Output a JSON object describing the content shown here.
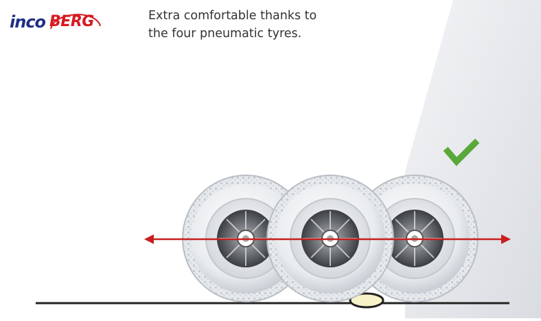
{
  "logo": {
    "part1": "inco",
    "part2": "BERG",
    "colors": {
      "inco": "#1f2f86",
      "berg": "#d71920"
    }
  },
  "caption": {
    "line1": "Extra comfortable thanks to",
    "line2": "the four pneumatic tyres."
  },
  "icons": {
    "check": "checkmark-icon",
    "arrow": "double-headed-arrow-icon"
  },
  "colors": {
    "check": "#5aa83a",
    "arrow": "#c81e1e",
    "ground": "#222222",
    "panel": "#e3e6ea"
  }
}
